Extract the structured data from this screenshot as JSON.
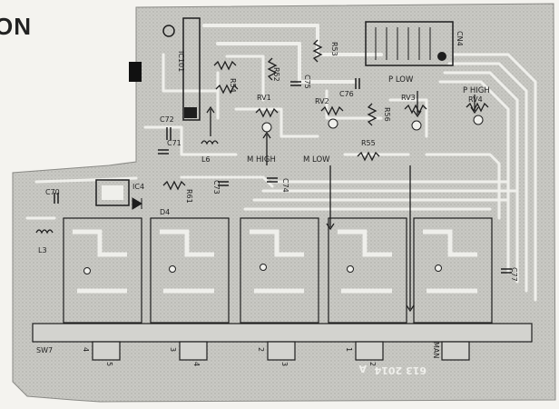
{
  "page": {
    "heading_fragment": "ON"
  },
  "board": {
    "part_number": "613 2014",
    "part_number_prefix": "A",
    "switch_label": "SW7",
    "switch_positions": [
      "4",
      "3",
      "2",
      "1",
      "MAN"
    ],
    "switch_pin_numbers": [
      "5",
      "4",
      "3",
      "2"
    ],
    "components": {
      "ic101": "IC101",
      "ic4": "IC4",
      "cn4": "CN4",
      "r52": "R52",
      "r53": "R53",
      "r54": "R54",
      "r55": "R55",
      "r56": "R56",
      "r61": "R61",
      "rv1": "RV1",
      "rv2": "RV2",
      "rv3": "RV3",
      "rv4": "RV4",
      "c70": "C70",
      "c71": "C71",
      "c72": "C72",
      "c73": "C73",
      "c74": "C74",
      "c75": "C75",
      "c76": "C76",
      "c77": "C77",
      "l3": "L3",
      "l6": "L6",
      "d4": "D4"
    },
    "adjustments": {
      "m_high": "M HIGH",
      "m_low": "M LOW",
      "p_low": "P LOW",
      "p_high": "P HIGH"
    },
    "colors": {
      "board": "#c9c9c4",
      "trace": "#efefeb",
      "ink": "#1e1e1e"
    }
  }
}
